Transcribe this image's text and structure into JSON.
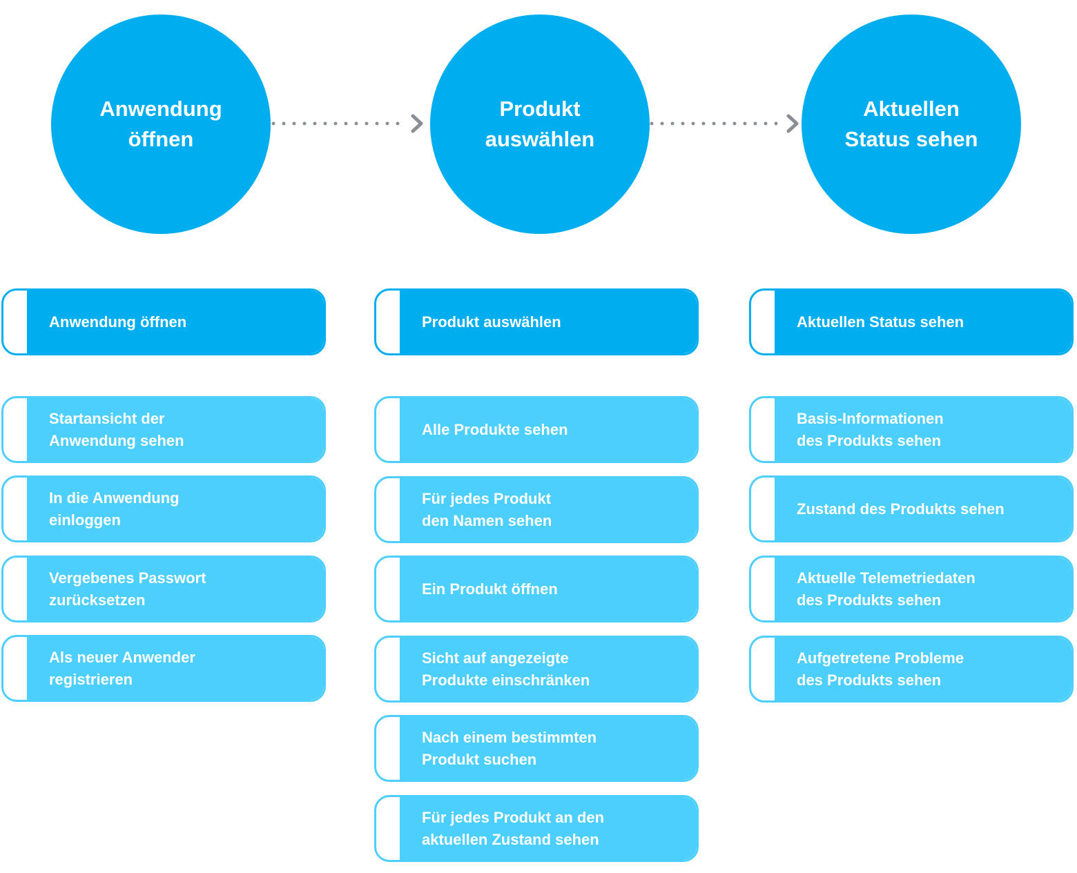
{
  "colors": {
    "primary": "#00aeef",
    "secondary": "#4dcffd",
    "arrow": "#8a8f96"
  },
  "steps": [
    {
      "circle_label": "Anwendung\nöffnen",
      "header": "Anwendung öffnen",
      "items": [
        "Startansicht der\nAnwendung sehen",
        "In die Anwendung\neinloggen",
        "Vergebenes Passwort\nzurücksetzen",
        "Als neuer Anwender\nregistrieren"
      ]
    },
    {
      "circle_label": "Produkt\nauswählen",
      "header": "Produkt auswählen",
      "items": [
        "Alle Produkte sehen",
        "Für jedes Produkt\nden Namen sehen",
        "Ein Produkt öffnen",
        "Sicht auf angezeigte\nProdukte einschränken",
        "Nach einem bestimmten\nProdukt suchen",
        "Für jedes Produkt an den\naktuellen Zustand sehen"
      ]
    },
    {
      "circle_label": "Aktuellen\nStatus sehen",
      "header": "Aktuellen Status sehen",
      "items": [
        "Basis-Informationen\ndes Produkts sehen",
        "Zustand des Produkts sehen",
        "Aktuelle Telemetriedaten\ndes Produkts sehen",
        "Aufgetretene Probleme\ndes Produkts sehen"
      ]
    }
  ]
}
